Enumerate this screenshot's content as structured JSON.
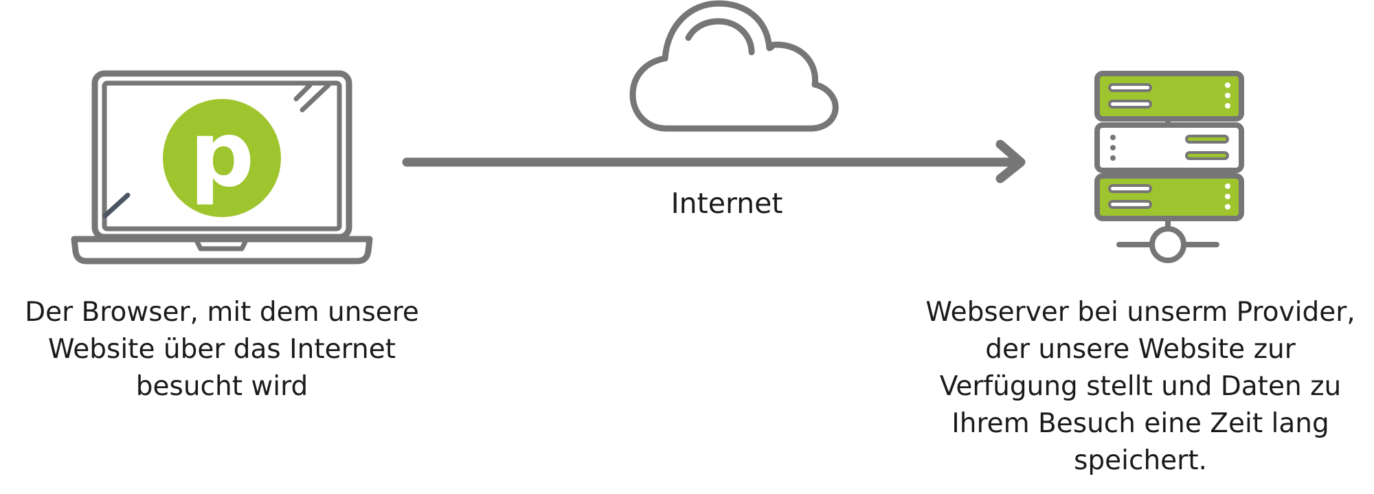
{
  "colors": {
    "stroke": "#767676",
    "accent": "#9fc52e",
    "text": "#1a1a1a",
    "background": "#ffffff",
    "logo_letter": "#ffffff",
    "screen_mark": "#4b5563"
  },
  "icons": {
    "laptop": "laptop-icon",
    "cloud": "cloud-icon",
    "server": "server-rack-icon",
    "arrow": "arrow-right-icon"
  },
  "laptop": {
    "logo_letter": "p"
  },
  "connection": {
    "label": "Internet"
  },
  "browser_caption": {
    "lines": [
      "Der Browser, mit dem unsere",
      "Website über das Internet",
      "besucht wird"
    ]
  },
  "server_caption": {
    "lines": [
      "Webserver bei unserm Provider,",
      "der unsere Website zur",
      "Verfügung stellt und Daten zu",
      "Ihrem Besuch eine Zeit lang",
      "speichert."
    ]
  }
}
